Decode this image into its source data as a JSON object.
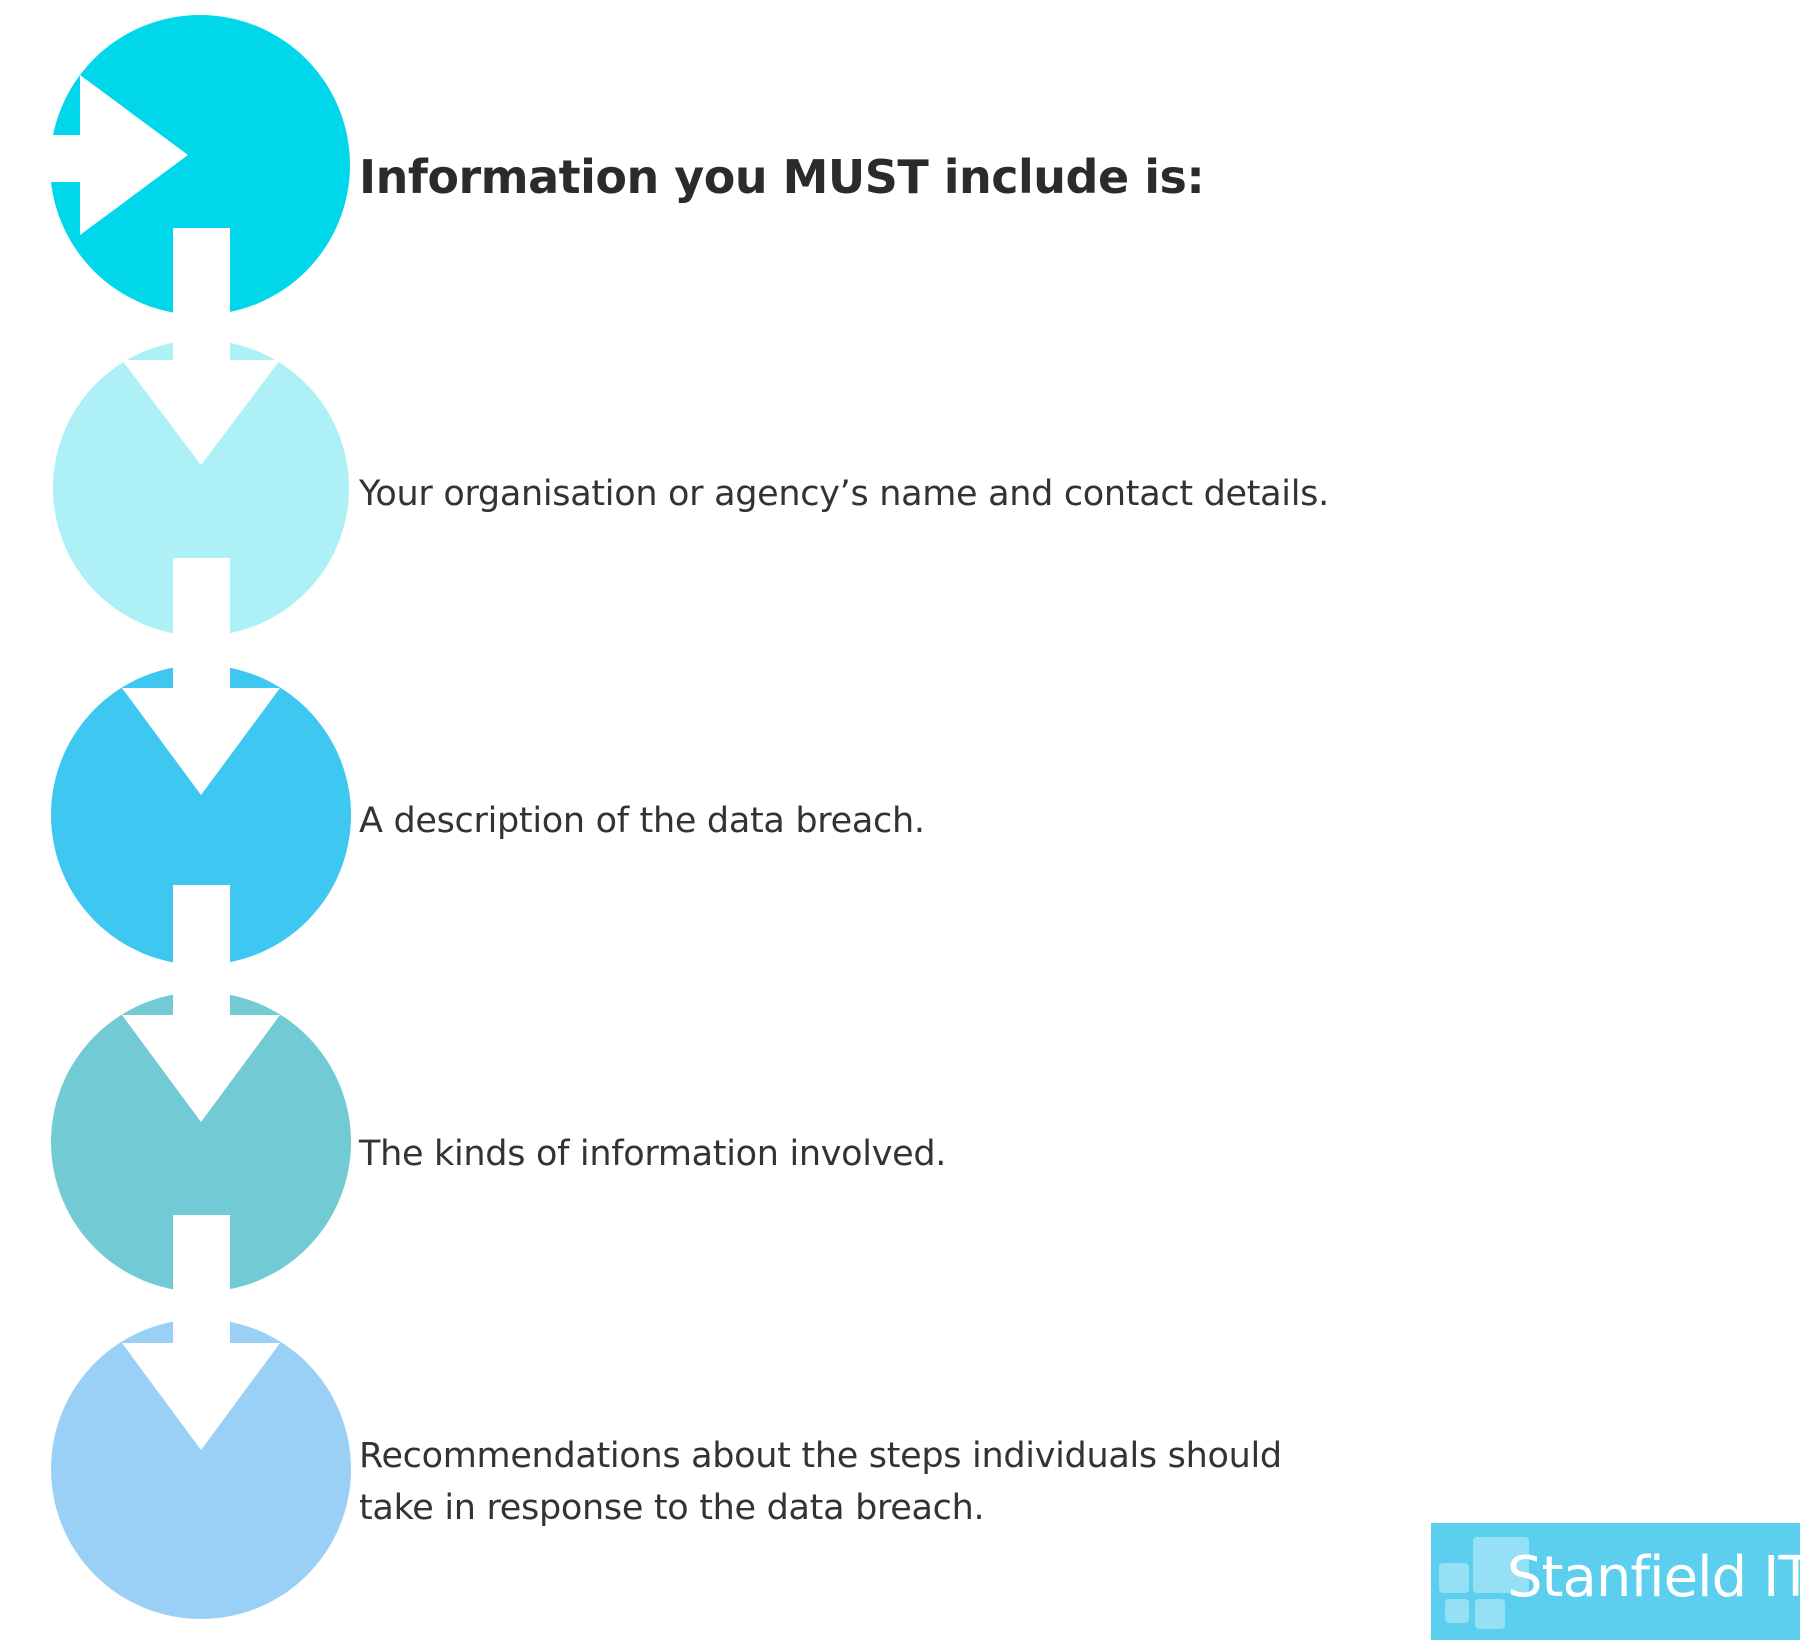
{
  "heading": "Information you MUST include is:",
  "steps": [
    {
      "text": "Your organisation or agency’s name and contact details.",
      "color": "#adf1f7"
    },
    {
      "text": "A description of the data breach.",
      "color": "#3ec7f1"
    },
    {
      "text": "The kinds of information involved.",
      "color": "#72cad4"
    },
    {
      "text": "Recommendations about the steps individuals should take in response to the data breach.",
      "color": "#9acff6"
    }
  ],
  "start_circle": {
    "color": "#00d7eb",
    "icon": "arrow-right-icon"
  },
  "step_icon": "arrow-down-icon",
  "logo": {
    "text": "Stanfield IT",
    "color": "#5ccfee"
  }
}
